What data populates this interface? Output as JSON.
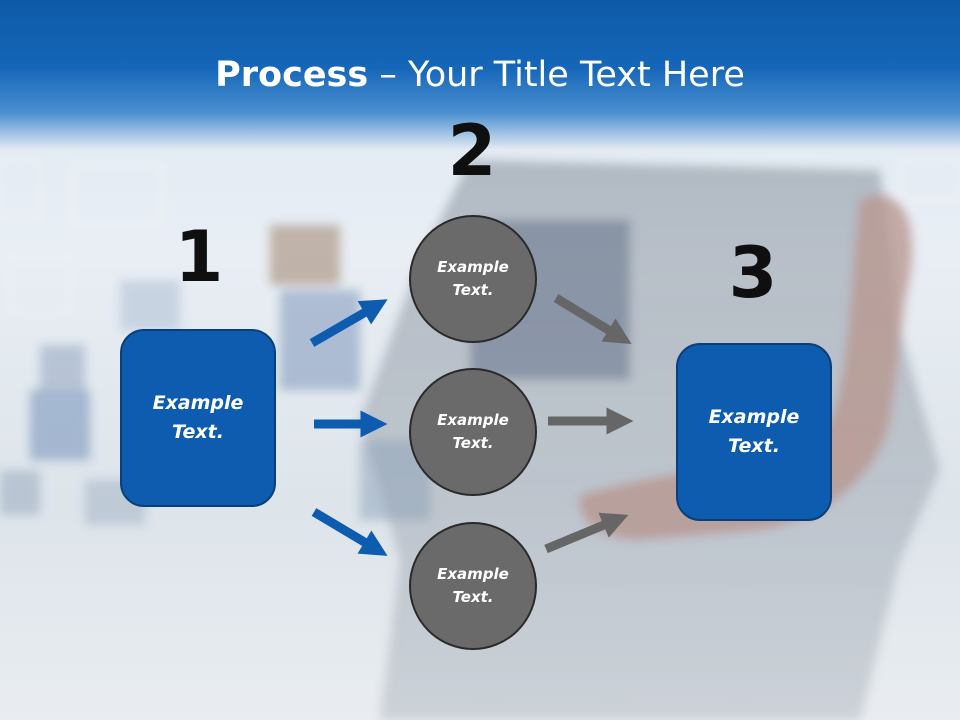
{
  "title": {
    "bold": "Process",
    "rest": " – Your Title Text Here"
  },
  "steps": [
    {
      "number": "1",
      "text": "Example Text."
    },
    {
      "number": "2",
      "items": [
        "Example Text.",
        "Example Text.",
        "Example Text."
      ]
    },
    {
      "number": "3",
      "text": "Example Text."
    }
  ],
  "colors": {
    "header": "#1566b8",
    "box": "#0e5cb0",
    "circle": "#6a6a6a",
    "blue_arrow": "#0e5cb0",
    "grey_arrow": "#666666"
  }
}
